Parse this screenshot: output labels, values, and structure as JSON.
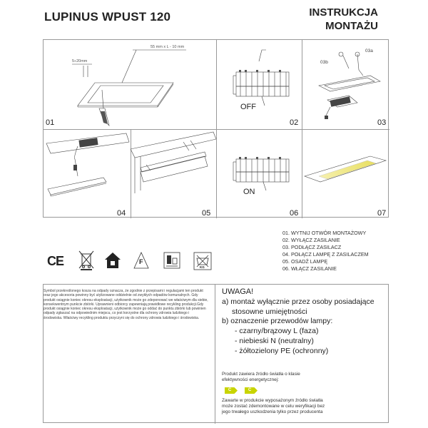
{
  "header": {
    "product_title": "LUPINUS WPUST 120",
    "manual_title_line1": "INSTRUKCJA",
    "manual_title_line2": "MONTAŻU"
  },
  "diagrams": {
    "d01": {
      "number": "01",
      "dim_depth": "5÷20mm",
      "dim_cut": "55 mm x L - 10 mm"
    },
    "d02": {
      "number": "02",
      "state": "OFF"
    },
    "d03": {
      "number": "03",
      "label_a": "03a",
      "label_b": "03b"
    },
    "d04": {
      "number": "04"
    },
    "d05": {
      "number": "05"
    },
    "d06": {
      "number": "06",
      "state": "ON"
    },
    "d07": {
      "number": "07"
    }
  },
  "steps": [
    "01. WYTNIJ OTWÓR MONTAŻOWY",
    "02. WYŁĄCZ ZASILANIE",
    "03. PODŁĄCZ ZASILACZ",
    "04. POŁĄCZ LAMPĘ Z ZASILACZEM",
    "05. OSADŹ LAMPĘ",
    "06. WŁĄCZ ZASILANIE"
  ],
  "symbols": {
    "ce": "CE",
    "f_mark": "F",
    "weight_label": "KG"
  },
  "weee_text": "Symbol przekreślonego kosza na odpady oznacza, że zgodnie z przepisami i regulacjami ten produkt oraz jego akcesoria powinny być utylizowane oddzielnie od zwykłych odpadów komunalnych. Gdy produkt osiągnie koniec okresu eksploatacji, użytkownik może go zdeponować we właściwym dla siebie, konsekwentnym punkcie zbiórki. Uprawnieni odbiorcy zapewniają prawidłowe recykling produkcji.Gdy produkt osiągnie koniec okresu eksploatacji, użytkownik może go oddać do punktu zbiórki lub powinien odpady zgłaszać na odpowiednim miejscu, co jest korzystne dla ochrony zdrowia ludzkiego i środowiska. Właściwy recykling produktu przyczyni się do ochrony zdrowia ludzkiego i środowiska.",
  "warning": {
    "title": "UWAGA!",
    "a_line1": "a) montaż wyłącznie przez osoby posiadające",
    "a_line2": "stosowne umiejętności",
    "b_line1": "b) oznaczenie przewodów lampy:",
    "wire_l": "- czarny/brązowy L (faza)",
    "wire_n": "- niebieski N (neutralny)",
    "wire_pe": "- żółtozielony PE (ochronny)"
  },
  "energy": {
    "line1": "Produkt zawiera źródło światła o klasie",
    "line2": "efektywności energetycznej:",
    "class1": "C",
    "class2": "C",
    "note_line1": "Zawarte w produkcie wyposażonym źródło światła",
    "note_line2": "może zostać zdemontowane w celu weryfikacji bez",
    "note_line3": "jego trwałego uszkodzenia tylko przez producenta",
    "accent_color": "#c8d400"
  }
}
